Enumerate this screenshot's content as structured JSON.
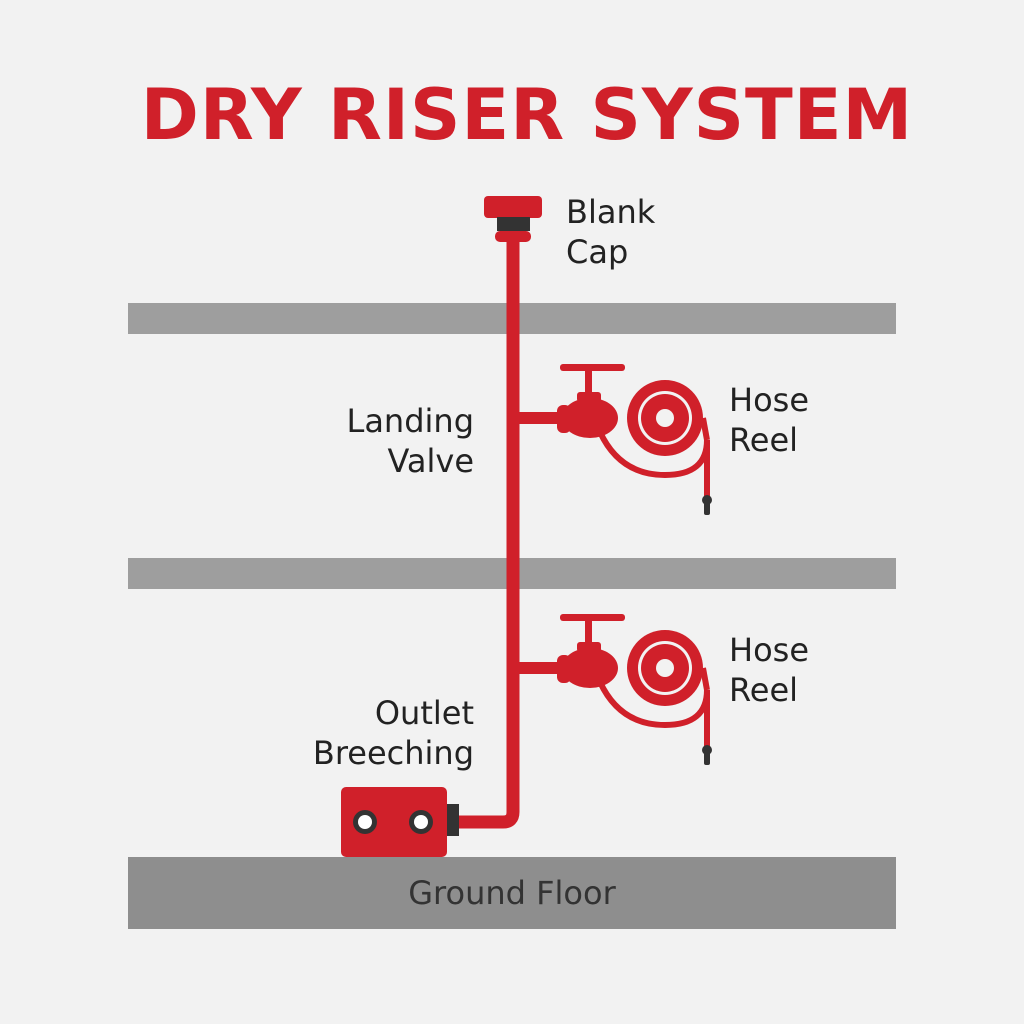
{
  "title": "DRY RISER SYSTEM",
  "labels": {
    "blank_cap": [
      "Blank",
      "Cap"
    ],
    "landing_valve": [
      "Landing",
      "Valve"
    ],
    "hose_reel_upper": [
      "Hose",
      "Reel"
    ],
    "hose_reel_lower": [
      "Hose",
      "Reel"
    ],
    "outlet_breeching": [
      "Outlet",
      "Breeching"
    ],
    "ground_floor": "Ground Floor"
  },
  "colors": {
    "pipe": "#d0202a",
    "slab": "#9e9e9e",
    "ground": "#8e8e8e",
    "dark": "#333333"
  }
}
